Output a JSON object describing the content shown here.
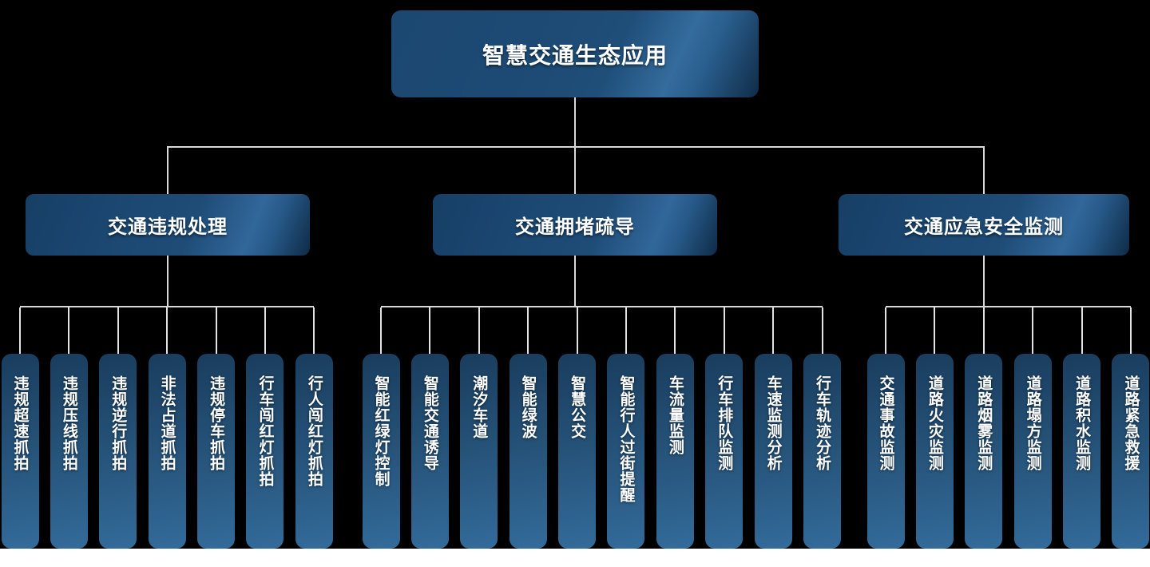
{
  "colors": {
    "background": "#000000",
    "node_blue_dark": "#102c47",
    "node_blue": "#1d4b75",
    "node_blue_light": "#336b9a",
    "connector": "#d9d9d9",
    "text": "#ffffff",
    "bottom_strip": "#ffffff"
  },
  "tree": {
    "root": {
      "label": "智慧交通生态应用"
    },
    "branches": [
      {
        "label": "交通违规处理",
        "children": [
          "违规超速抓拍",
          "违规压线抓拍",
          "违规逆行抓拍",
          "非法占道抓拍",
          "违规停车抓拍",
          "行车闯红灯抓拍",
          "行人闯红灯抓拍"
        ]
      },
      {
        "label": "交通拥堵疏导",
        "children": [
          "智能红绿灯控制",
          "智能交通诱导",
          "潮汐车道",
          "智能绿波",
          "智慧公交",
          "智能行人过街提醒",
          "车流量监测",
          "行车排队监测",
          "车速监测分析",
          "行车轨迹分析"
        ]
      },
      {
        "label": "交通应急安全监测",
        "children": [
          "交通事故监测",
          "道路火灾监测",
          "道路烟雾监测",
          "道路塌方监测",
          "道路积水监测",
          "道路紧急救援"
        ]
      }
    ]
  }
}
